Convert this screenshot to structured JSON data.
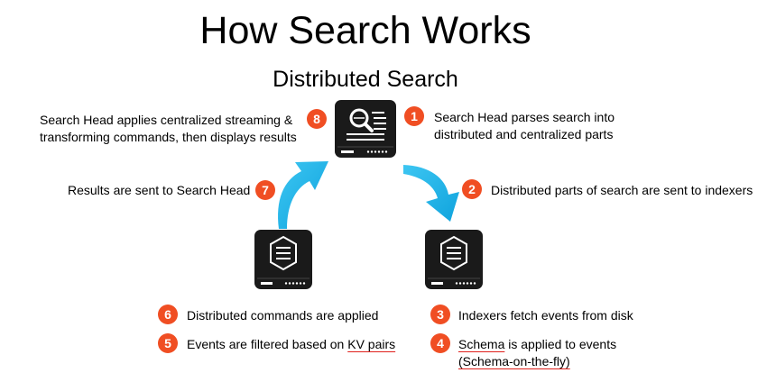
{
  "title": "How Search Works",
  "subtitle": "Distributed Search",
  "steps": [
    {
      "num": "1",
      "text": "Search Head parses search into\ndistributed and centralized parts"
    },
    {
      "num": "2",
      "text": "Distributed parts of search are sent to indexers"
    },
    {
      "num": "3",
      "text": "Indexers fetch events from disk"
    },
    {
      "num": "4",
      "pre": "Schema",
      "mid": " is applied to events",
      "line2": "(Schema-on-the-fly)"
    },
    {
      "num": "5",
      "pre": "Events are filtered based on ",
      "mid": "KV pairs"
    },
    {
      "num": "6",
      "text": "Distributed commands are applied"
    },
    {
      "num": "7",
      "text": "Results are sent to Search Head"
    },
    {
      "num": "8",
      "text": "Search Head applies centralized streaming &\ntransforming commands, then displays results"
    }
  ],
  "icons": {
    "search_head": "search-head-server-icon",
    "indexer_left": "indexer-server-icon",
    "indexer_right": "indexer-server-icon"
  },
  "colors": {
    "badge": "#f04e23",
    "arrow": "#1eb4ea",
    "server": "#1a1a1a",
    "underline": "#e0201c"
  }
}
